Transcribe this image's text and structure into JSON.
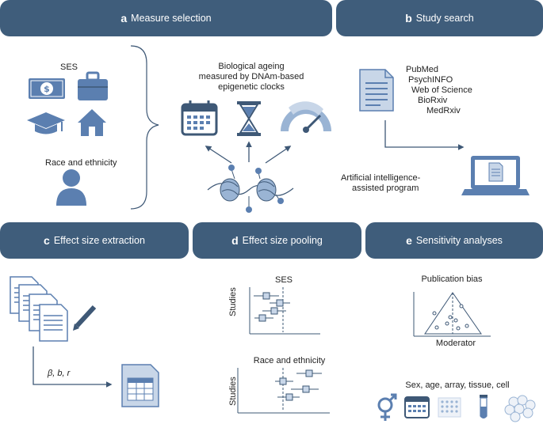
{
  "panels": {
    "a": {
      "letter": "a",
      "title": "Measure selection"
    },
    "b": {
      "letter": "b",
      "title": "Study search"
    },
    "c": {
      "letter": "c",
      "title": "Effect size extraction"
    },
    "d": {
      "letter": "d",
      "title": "Effect size pooling"
    },
    "e": {
      "letter": "e",
      "title": "Sensitivity analyses"
    }
  },
  "measure": {
    "ses_label": "SES",
    "race_label": "Race and ethnicity",
    "ageing_line1": "Biological ageing",
    "ageing_line2": "measured by DNAm-based",
    "ageing_line3": "epigenetic clocks"
  },
  "search": {
    "databases": [
      "PubMed",
      "PsychINFO",
      "Web of Science",
      "BioRxiv",
      "MedRxiv"
    ],
    "ai_line1": "Artificial intelligence-",
    "ai_line2": "assisted program"
  },
  "extraction": {
    "coefficients": "β, b, r"
  },
  "pooling": {
    "plot1_title": "SES",
    "plot2_title": "Race and ethnicity",
    "ylabel": "Studies"
  },
  "sensitivity": {
    "funnel_title": "Publication bias",
    "funnel_xlabel": "Moderator",
    "moderators": "Sex, age, array, tissue, cell"
  },
  "colors": {
    "banner": "#3f5d7b",
    "icon": "#5b7fb0",
    "dark": "#3e5876",
    "light": "#d8e2ee"
  }
}
